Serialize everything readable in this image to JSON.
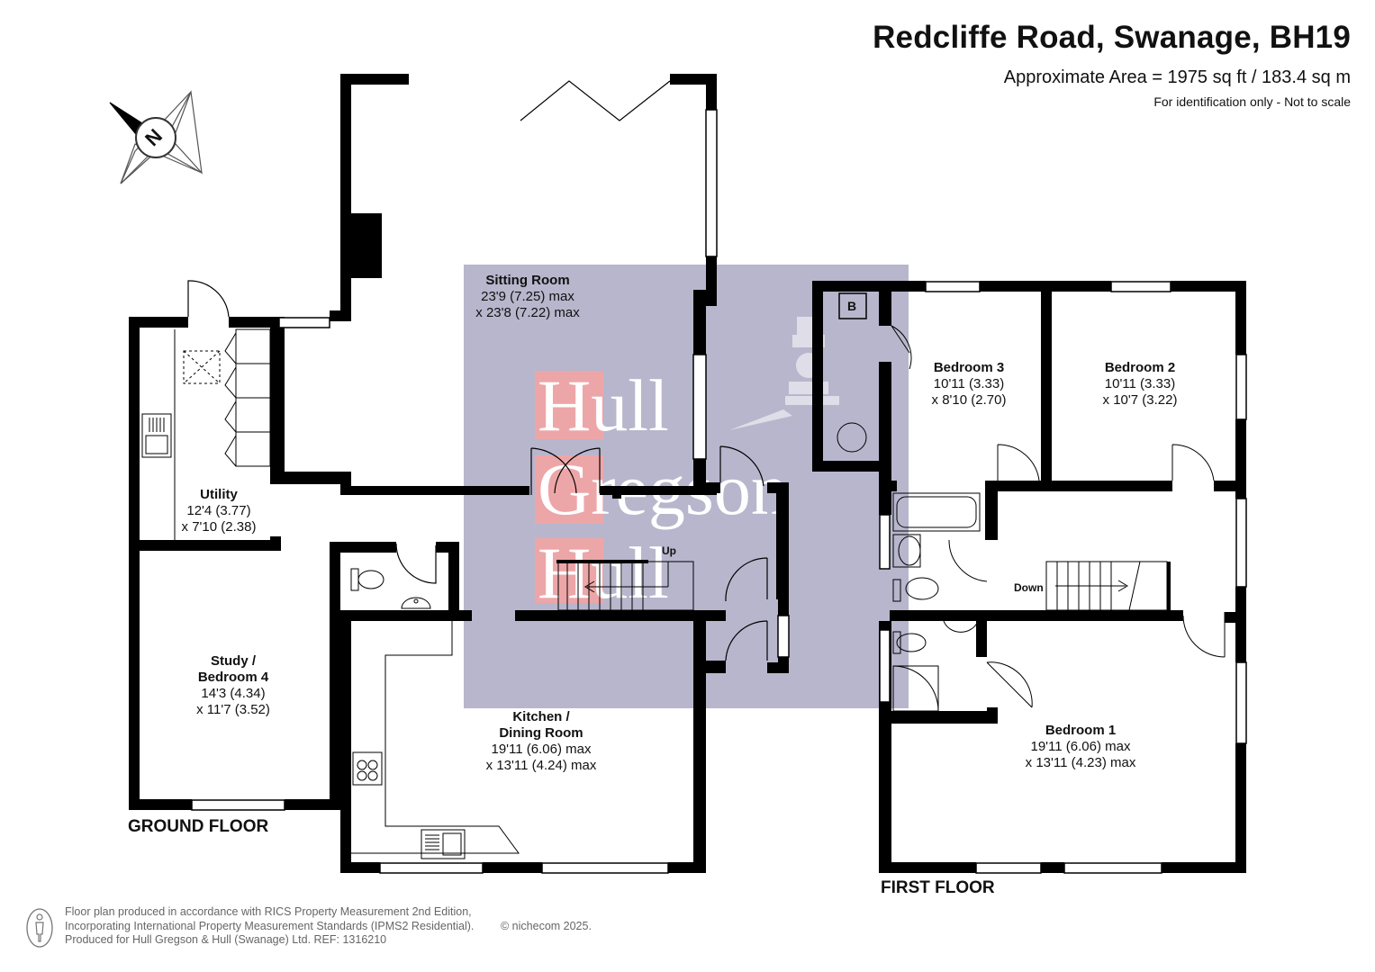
{
  "header": {
    "title": "Redcliffe Road, Swanage, BH19",
    "area": "Approximate Area = 1975 sq ft / 183.4 sq m",
    "note": "For identification only - Not to scale"
  },
  "compass": {
    "label": "N"
  },
  "floors": {
    "ground": "GROUND FLOOR",
    "first": "FIRST FLOOR"
  },
  "rooms": {
    "sitting": {
      "name": "Sitting Room",
      "dim1": "23'9 (7.25) max",
      "dim2": "x 23'8 (7.22) max"
    },
    "utility": {
      "name": "Utility",
      "dim1": "12'4 (3.77)",
      "dim2": "x 7'10 (2.38)"
    },
    "study": {
      "name1": "Study /",
      "name2": "Bedroom 4",
      "dim1": "14'3 (4.34)",
      "dim2": "x 11'7 (3.52)"
    },
    "kitchen": {
      "name1": "Kitchen /",
      "name2": "Dining Room",
      "dim1": "19'11 (6.06) max",
      "dim2": "x 13'11 (4.24) max"
    },
    "bedroom3": {
      "name": "Bedroom 3",
      "dim1": "10'11 (3.33)",
      "dim2": "x 8'10 (2.70)"
    },
    "bedroom2": {
      "name": "Bedroom 2",
      "dim1": "10'11 (3.33)",
      "dim2": "x 10'7 (3.22)"
    },
    "bedroom1": {
      "name": "Bedroom 1",
      "dim1": "19'11 (6.06) max",
      "dim2": "x 13'11 (4.23) max"
    }
  },
  "labels": {
    "up": "Up",
    "down": "Down",
    "boiler": "B"
  },
  "watermark": {
    "line1": "Hull",
    "line2": "Gregson",
    "line3": "Hull"
  },
  "footer": {
    "line1": "Floor plan produced in accordance with RICS Property Measurement 2nd Edition,",
    "line2": "Incorporating International Property Measurement Standards (IPMS2 Residential).",
    "line3": "Produced for Hull Gregson & Hull (Swanage) Ltd.   REF:  1316210",
    "copyright": "© nichecom 2025."
  },
  "colors": {
    "wall": "#000000",
    "watermark_bg": "#b8b6cc",
    "watermark_letter_bg": "#f3a4a4"
  }
}
